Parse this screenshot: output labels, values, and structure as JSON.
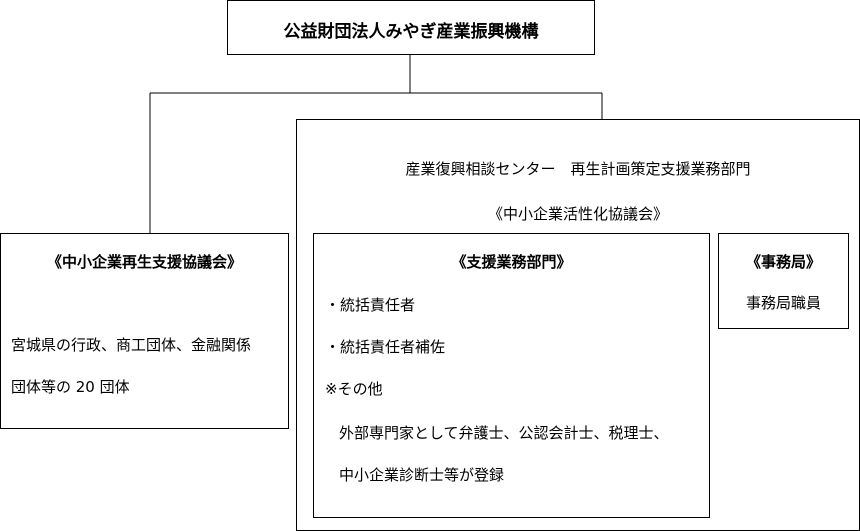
{
  "top": {
    "title": "公益財団法人みやぎ産業振興機構"
  },
  "left": {
    "heading": "《中小企業再生支援協議会》",
    "line1": "宮城県の行政、商工団体、金融関係",
    "line2": "団体等の 20 団体"
  },
  "right": {
    "center_title": "産業復興相談センター　再生計画策定支援業務部門",
    "subtitle": "《中小企業活性化協議会》",
    "support": {
      "heading": "《支援業務部門》",
      "item1": "・統括責任者",
      "item2": "・統括責任者補佐",
      "other_label": "※その他",
      "other_line1": "外部専門家として弁護士、公認会計士、税理士、",
      "other_line2": "中小企業診断士等が登録"
    },
    "office": {
      "heading": "《事務局》",
      "staff": "事務局職員"
    }
  }
}
